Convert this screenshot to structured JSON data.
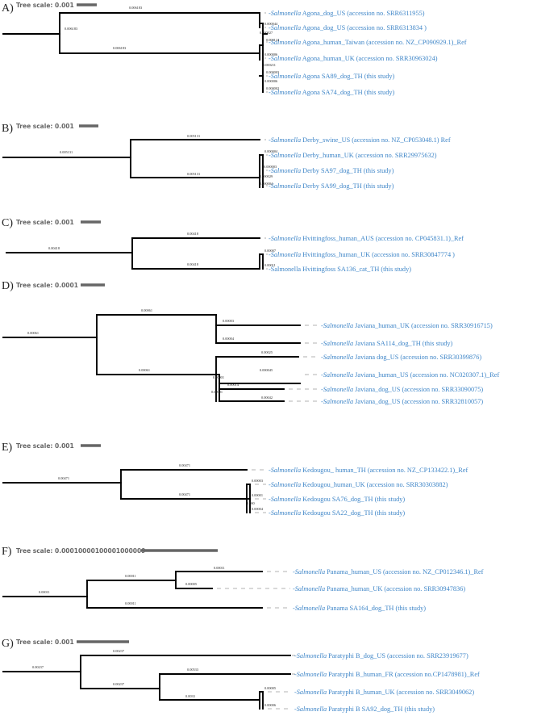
{
  "panels": [
    {
      "id": "A",
      "label": "A)",
      "scale_text": "Tree scale: 0.001",
      "branch_labels": [
        "0.006183",
        "0.006183",
        "0.006183",
        "0.000044",
        "0.000027",
        "0.000124",
        "0.000006",
        "0.000211",
        "0.000003",
        "0.000006",
        "0.000002"
      ],
      "leaves": [
        {
          "genus": "Salmonella",
          "text": "Agona_dog_US (accession no. SRR6311955)"
        },
        {
          "genus": "Salmonella",
          "text": "Agona_dog_US (accession no. SRR6313834 )"
        },
        {
          "genus": "Salmonella",
          "text": "Agona_human_Taiwan (accession no. NZ_CP090929.1)_Ref"
        },
        {
          "genus": "Salmonella",
          "text": "Agona_human_UK (accession no. SRR30963024)"
        },
        {
          "genus": "Salmonella",
          "text": "Agona SA89_dog_TH (this study)"
        },
        {
          "genus": "Salmonella",
          "text": "Agona SA74_dog_TH (this study)"
        }
      ]
    },
    {
      "id": "B",
      "label": "B)",
      "scale_text": "Tree scale: 0.001",
      "branch_labels": [
        "0.005131",
        "0.005131",
        "0.005131",
        "0.000004",
        "0.000003",
        "0.000029",
        "0.000004"
      ],
      "leaves": [
        {
          "genus": "Salmonella",
          "text": "Derby_swine_US (accession no. NZ_CP053048.1) Ref"
        },
        {
          "genus": "Salmonella",
          "text": "Derby_human_UK (accession no. SRR29975632)"
        },
        {
          "genus": "Salmonella",
          "text": "Derby SA97_dog_TH (this study)"
        },
        {
          "genus": "Salmonella",
          "text": "Derby SA99_dog_TH (this study)"
        }
      ]
    },
    {
      "id": "C",
      "label": "C)",
      "scale_text": "Tree scale: 0.001",
      "branch_labels": [
        "0.00418",
        "0.00418",
        "0.00418",
        "0.00007",
        "0.00011"
      ],
      "leaves": [
        {
          "genus": "Salmonella",
          "text": "Hvittingfoss_human_AUS (accession no. CP045831.1)_Ref"
        },
        {
          "genus": "Salmonella",
          "text": "Hvittingfoss_human_UK (accession no. SRR30847774 )"
        },
        {
          "genus": "Salmonella",
          "text": "Hvittingfoss SA136_cat_TH (this study)",
          "plain": true
        }
      ]
    },
    {
      "id": "D",
      "label": "D)",
      "scale_text": "Tree scale: 0.0001",
      "branch_labels": [
        "0.00061",
        "0.00061",
        "0.00061",
        "0.00003",
        "0.00004",
        "0.00025",
        "0.000045",
        "0.00001",
        "0.00014",
        "0.00001",
        "0.00042"
      ],
      "leaves": [
        {
          "genus": "Salmonella",
          "text": "Javiana_human_UK (accession no. SRR30916715)"
        },
        {
          "genus": "Salmonella",
          "text": "Javiana SA114_dog_TH (this study)"
        },
        {
          "genus": "Salmonella",
          "text": "Javiana dog_US (accession no. SRR30399876)"
        },
        {
          "genus": "Salmonella",
          "text": "Javiana_human_US (accession no. NC020307.1)_Ref"
        },
        {
          "genus": "Salmonella",
          "text": "Javiana_dog_US (accession no. SRR33090075)"
        },
        {
          "genus": "Salmonella",
          "text": "Javiana_dog_US (accession no. SRR32810057)"
        }
      ]
    },
    {
      "id": "E",
      "label": "E)",
      "scale_text": "Tree scale: 0.001",
      "branch_labels": [
        "0.00471",
        "0.00471",
        "0.00471",
        "0.00003",
        "0.00001",
        "0.000",
        "0.00004"
      ],
      "leaves": [
        {
          "genus": "Salmonella",
          "text": "Kedougou_ human_TH (accession no. NZ_CP133422.1)_Ref"
        },
        {
          "genus": "Salmonella",
          "text": "Kedougou_human_UK (accession no. SRR30303882)"
        },
        {
          "genus": "Salmonella",
          "text": "Kedougou SA76_dog_TH (this study)"
        },
        {
          "genus": "Salmonella",
          "text": "Kedougou SA22_dog_TH (this study)"
        }
      ]
    },
    {
      "id": "F",
      "label": "F)",
      "scale_text": "Tree scale: 0.00010000100001000009",
      "branch_labels": [
        "0.00011",
        "0.00011",
        "0.00011",
        "0.00011",
        "0.00005"
      ],
      "leaves": [
        {
          "genus": "Salmonella",
          "text": "Panama_human_US (accession no. NZ_CP012346.1)_Ref"
        },
        {
          "genus": "Salmonella",
          "text": "Panama_human_UK (accession no. SRR30947836)"
        },
        {
          "genus": "Salmonella",
          "text": "Panama SA164_dog_TH (this study)"
        }
      ]
    },
    {
      "id": "G",
      "label": "G)",
      "scale_text": "Tree scale: 0.001",
      "branch_labels": [
        "0.00237",
        "0.00237",
        "0.00237",
        "0.00533",
        "0.00005",
        "0.0033",
        "0.00006"
      ],
      "leaves": [
        {
          "genus": "Salmonella",
          "text": "Paratyphi B_dog_US (accession no. SRR23919677)"
        },
        {
          "genus": "Salmonella",
          "text": "Paratyphi B_human_FR (accession no.CP1478981)_Ref"
        },
        {
          "genus": "Salmonella",
          "text": "Paratyphi B_human_UK (accession no. SRR3049062)"
        },
        {
          "genus": "Salmonella",
          "text": "Paratyphi B SA92_dog_TH (this study)"
        }
      ]
    }
  ],
  "colors": {
    "leaf_text": "#3f86c8",
    "branch": "#000000",
    "scale_bar": "#666666",
    "leader": "#9a9a9a"
  }
}
